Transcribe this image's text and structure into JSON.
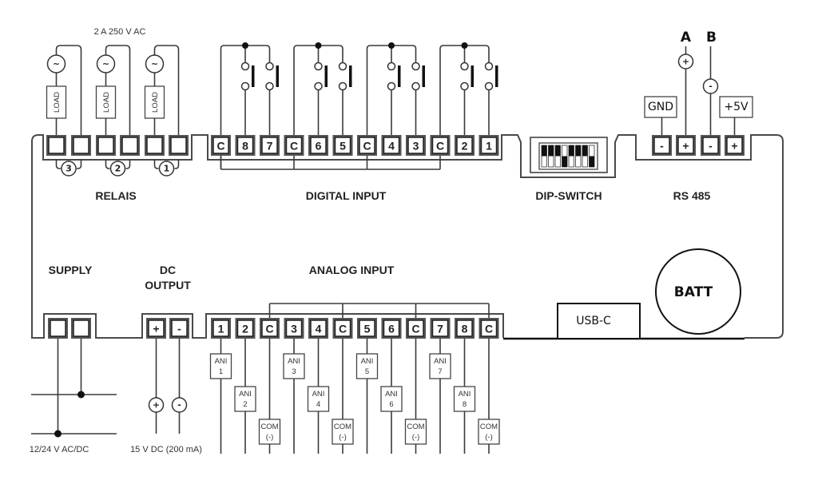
{
  "relays": {
    "title": "RELAIS",
    "rating": "2 A 250 V AC",
    "load_label": "LOAD",
    "ac_symbol": "~",
    "channels": [
      "3",
      "2",
      "1"
    ]
  },
  "digital_input": {
    "title": "DIGITAL INPUT",
    "terminals": [
      "C",
      "8",
      "7",
      "C",
      "6",
      "5",
      "C",
      "4",
      "3",
      "C",
      "2",
      "1"
    ]
  },
  "dip_switch": {
    "title": "DIP-SWITCH",
    "positions": [
      "up",
      "up",
      "up",
      "down",
      "up",
      "up",
      "up",
      "down"
    ]
  },
  "rs485": {
    "title": "RS 485",
    "terminals": [
      "-",
      "+",
      "-",
      "+"
    ],
    "gnd_label": "GND",
    "v5_label": "+5V",
    "line_a_label": "A",
    "line_b_label": "B",
    "plus_symbol": "+",
    "minus_symbol": "-"
  },
  "supply": {
    "title": "SUPPLY",
    "spec": "12/24 V AC/DC"
  },
  "dc_output": {
    "title_line1": "DC",
    "title_line2": "OUTPUT",
    "terminals": [
      "+",
      "-"
    ],
    "spec": "15 V DC (200 mA)",
    "plus_symbol": "+",
    "minus_symbol": "-"
  },
  "analog_input": {
    "title": "ANALOG INPUT",
    "terminals": [
      "1",
      "2",
      "C",
      "3",
      "4",
      "C",
      "5",
      "6",
      "C",
      "7",
      "8",
      "C"
    ],
    "tags": [
      {
        "line1": "ANI",
        "line2": "1"
      },
      {
        "line1": "ANI",
        "line2": "2"
      },
      {
        "line1": "COM",
        "line2": "(-)"
      },
      {
        "line1": "ANI",
        "line2": "3"
      },
      {
        "line1": "ANI",
        "line2": "4"
      },
      {
        "line1": "COM",
        "line2": "(-)"
      },
      {
        "line1": "ANI",
        "line2": "5"
      },
      {
        "line1": "ANI",
        "line2": "6"
      },
      {
        "line1": "COM",
        "line2": "(-)"
      },
      {
        "line1": "ANI",
        "line2": "7"
      },
      {
        "line1": "ANI",
        "line2": "8"
      },
      {
        "line1": "COM",
        "line2": "(-)"
      }
    ]
  },
  "usb": {
    "label": "USB-C"
  },
  "battery": {
    "label": "BATT"
  }
}
